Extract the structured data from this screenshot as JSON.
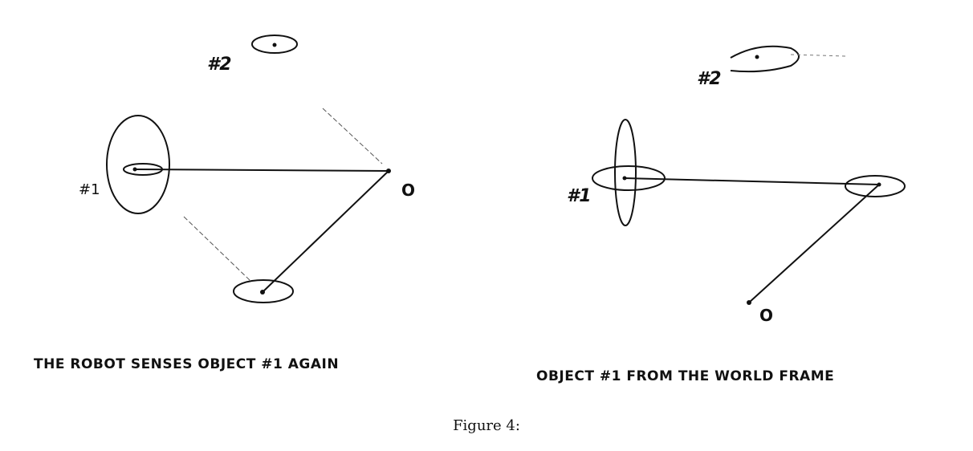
{
  "left_panel": {
    "label_obj2": "#2",
    "label_obj1": "#1",
    "label_origin": "O",
    "caption": "THE ROBOT SENSES OBJECT #1 AGAIN"
  },
  "right_panel": {
    "label_obj2": "#2",
    "label_obj1": "#1",
    "label_origin": "O",
    "caption": "OBJECT #1 FROM THE WORLD FRAME"
  },
  "figure_caption": "Figure 4:"
}
